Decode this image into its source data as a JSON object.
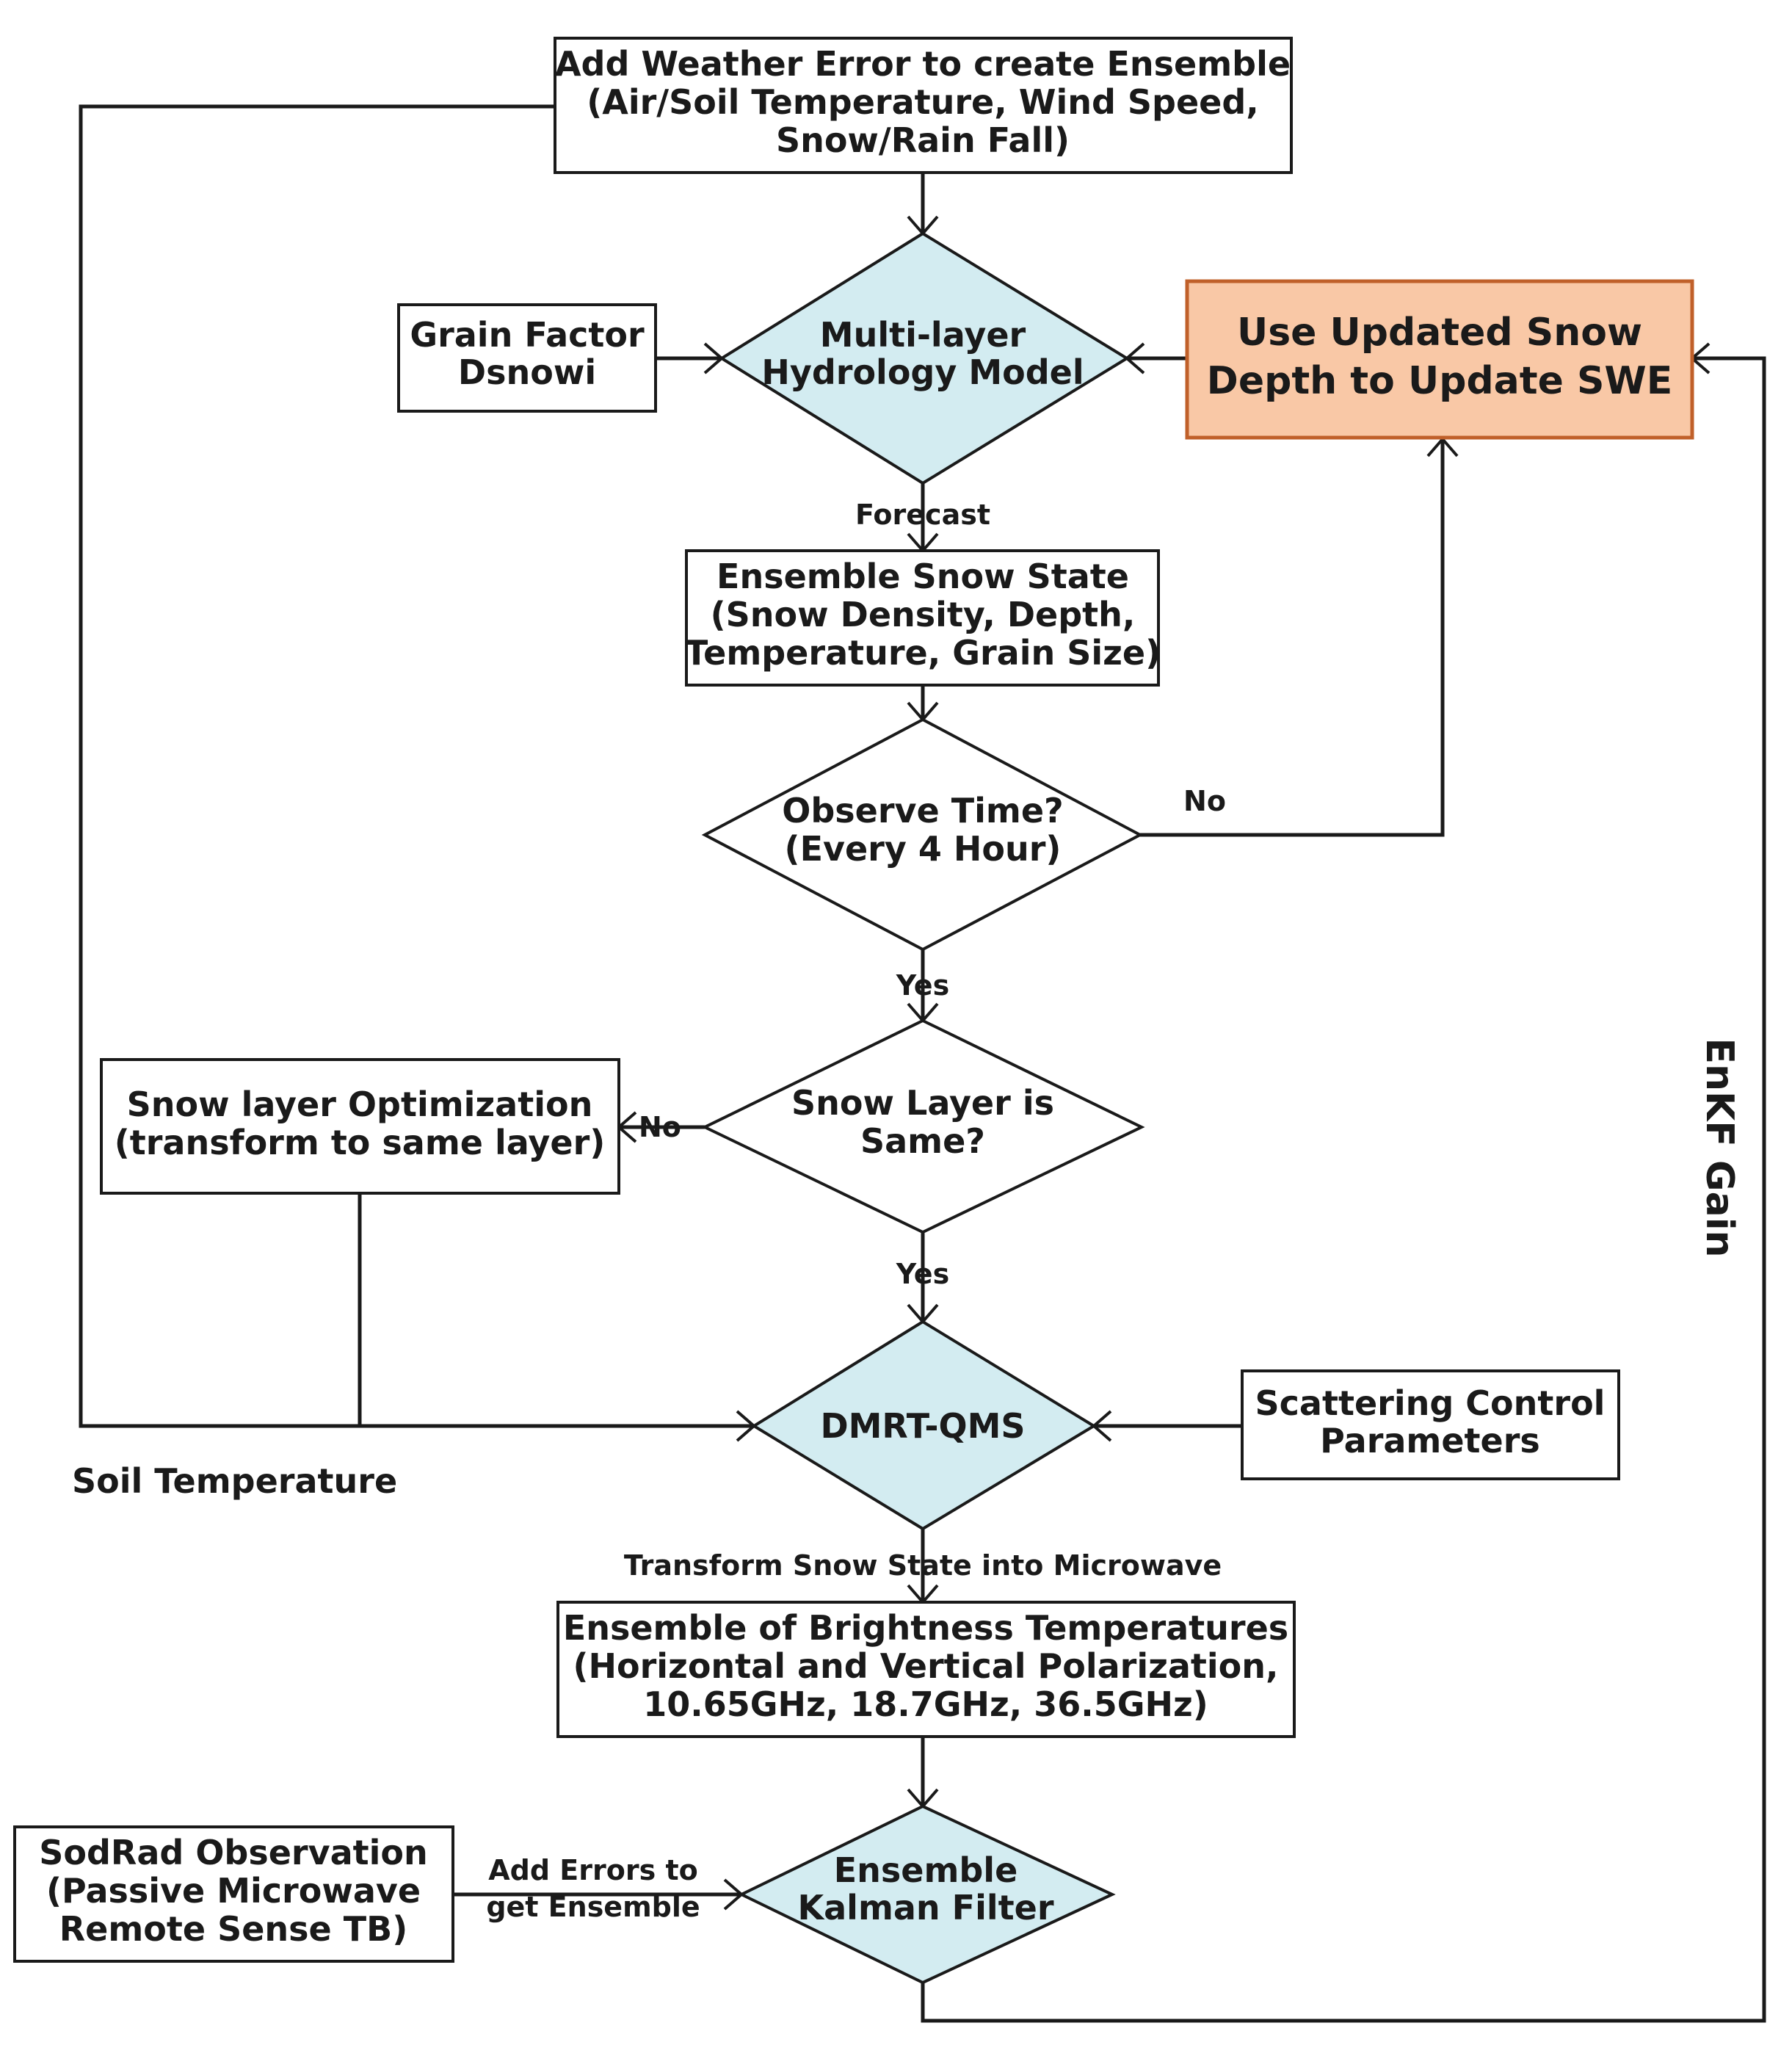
{
  "nodes": {
    "weather_error": [
      "Add Weather Error to create Ensemble",
      "(Air/Soil Temperature, Wind Speed,",
      "Snow/Rain Fall)"
    ],
    "grain_factor": [
      "Grain Factor",
      "Dsnowi"
    ],
    "hydrology_model": [
      "Multi-layer",
      "Hydrology Model"
    ],
    "update_swe": [
      "Use Updated Snow",
      "Depth to Update SWE"
    ],
    "ensemble_snow_state": [
      "Ensemble Snow State",
      "(Snow Density, Depth,",
      "Temperature, Grain Size)"
    ],
    "observe_time": [
      "Observe Time?",
      "(Every 4 Hour)"
    ],
    "snow_layer_same": [
      "Snow Layer is",
      "Same?"
    ],
    "snow_layer_opt": [
      "Snow layer Optimization",
      "(transform to same layer)"
    ],
    "dmrt_qms": [
      "DMRT-QMS"
    ],
    "scattering_params": [
      "Scattering Control",
      "Parameters"
    ],
    "brightness_temps": [
      "Ensemble of Brightness Temperatures",
      "(Horizontal and Vertical Polarization,",
      "10.65GHz, 18.7GHz, 36.5GHz)"
    ],
    "sodrad_obs": [
      "SodRad Observation",
      "(Passive Microwave",
      "Remote Sense TB)"
    ],
    "enkf": [
      "Ensemble",
      "Kalman Filter"
    ]
  },
  "labels": {
    "forecast": "Forecast",
    "no_observe": "No",
    "yes_observe": "Yes",
    "no_layer": "No",
    "yes_layer": "Yes",
    "soil_temperature": "Soil Temperature",
    "transform_microwave": "Transform Snow State into Microwave",
    "add_errors": [
      "Add Errors to",
      "get Ensemble"
    ],
    "enkf_gain": "EnKF Gain"
  },
  "colors": {
    "diamond_fill": "#d3ecf1",
    "highlight_fill": "#f9c8a6",
    "highlight_stroke": "#c0602a",
    "line": "#1a1a1a"
  }
}
